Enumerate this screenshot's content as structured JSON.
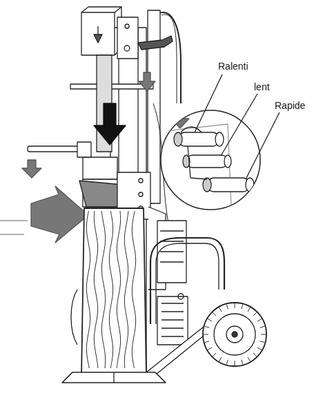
{
  "diagram": {
    "labels": [
      "Ralenti",
      "lent",
      "Rapide"
    ]
  }
}
